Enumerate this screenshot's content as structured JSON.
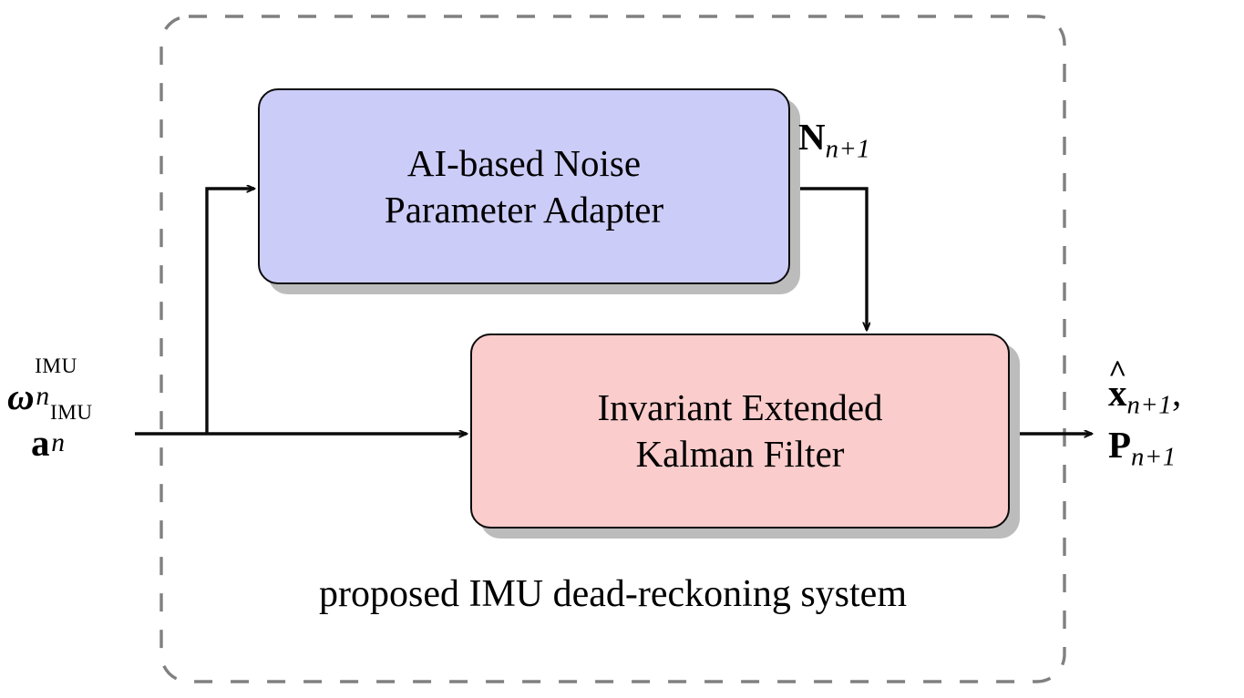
{
  "diagram": {
    "title_caption": "proposed IMU dead-reckoning system",
    "boundary": {
      "name": "proposed IMU dead-reckoning system",
      "style": "dashed-rounded",
      "color": "#808080"
    },
    "nodes": [
      {
        "id": "ai-noise-parameter-adapter",
        "line1": "AI-based Noise",
        "line2": "Parameter Adapter",
        "fill": "#CCCCF8",
        "stroke": "#0B0B0B",
        "shadow": "#BCBCBC"
      },
      {
        "id": "invariant-extended-kalman-filter",
        "line1": "Invariant Extended",
        "line2": "Kalman Filter",
        "fill": "#FBCCCC",
        "stroke": "#0B0B0B",
        "shadow": "#BCBCBC"
      }
    ],
    "labels": {
      "input": {
        "row1": {
          "symbol": "ω",
          "superscript": "IMU",
          "subscript": "n"
        },
        "row2": {
          "symbol": "a",
          "superscript": "IMU",
          "subscript": "n"
        }
      },
      "noise": {
        "symbol": "N",
        "subscript": "n+1"
      },
      "output": {
        "row1": {
          "symbol": "x",
          "accent": "hat",
          "subscript": "n+1",
          "trailing": ","
        },
        "row2": {
          "symbol": "P",
          "subscript": "n+1"
        }
      }
    },
    "edges": [
      {
        "id": "imu-to-iekf",
        "from": "imu-input",
        "to": "invariant-extended-kalman-filter"
      },
      {
        "id": "imu-to-adapter",
        "from": "imu-input",
        "to": "ai-noise-parameter-adapter"
      },
      {
        "id": "adapter-to-iekf",
        "from": "ai-noise-parameter-adapter",
        "to": "invariant-extended-kalman-filter",
        "label": "N_{n+1}"
      },
      {
        "id": "iekf-to-output",
        "from": "invariant-extended-kalman-filter",
        "to": "state-output"
      }
    ]
  }
}
